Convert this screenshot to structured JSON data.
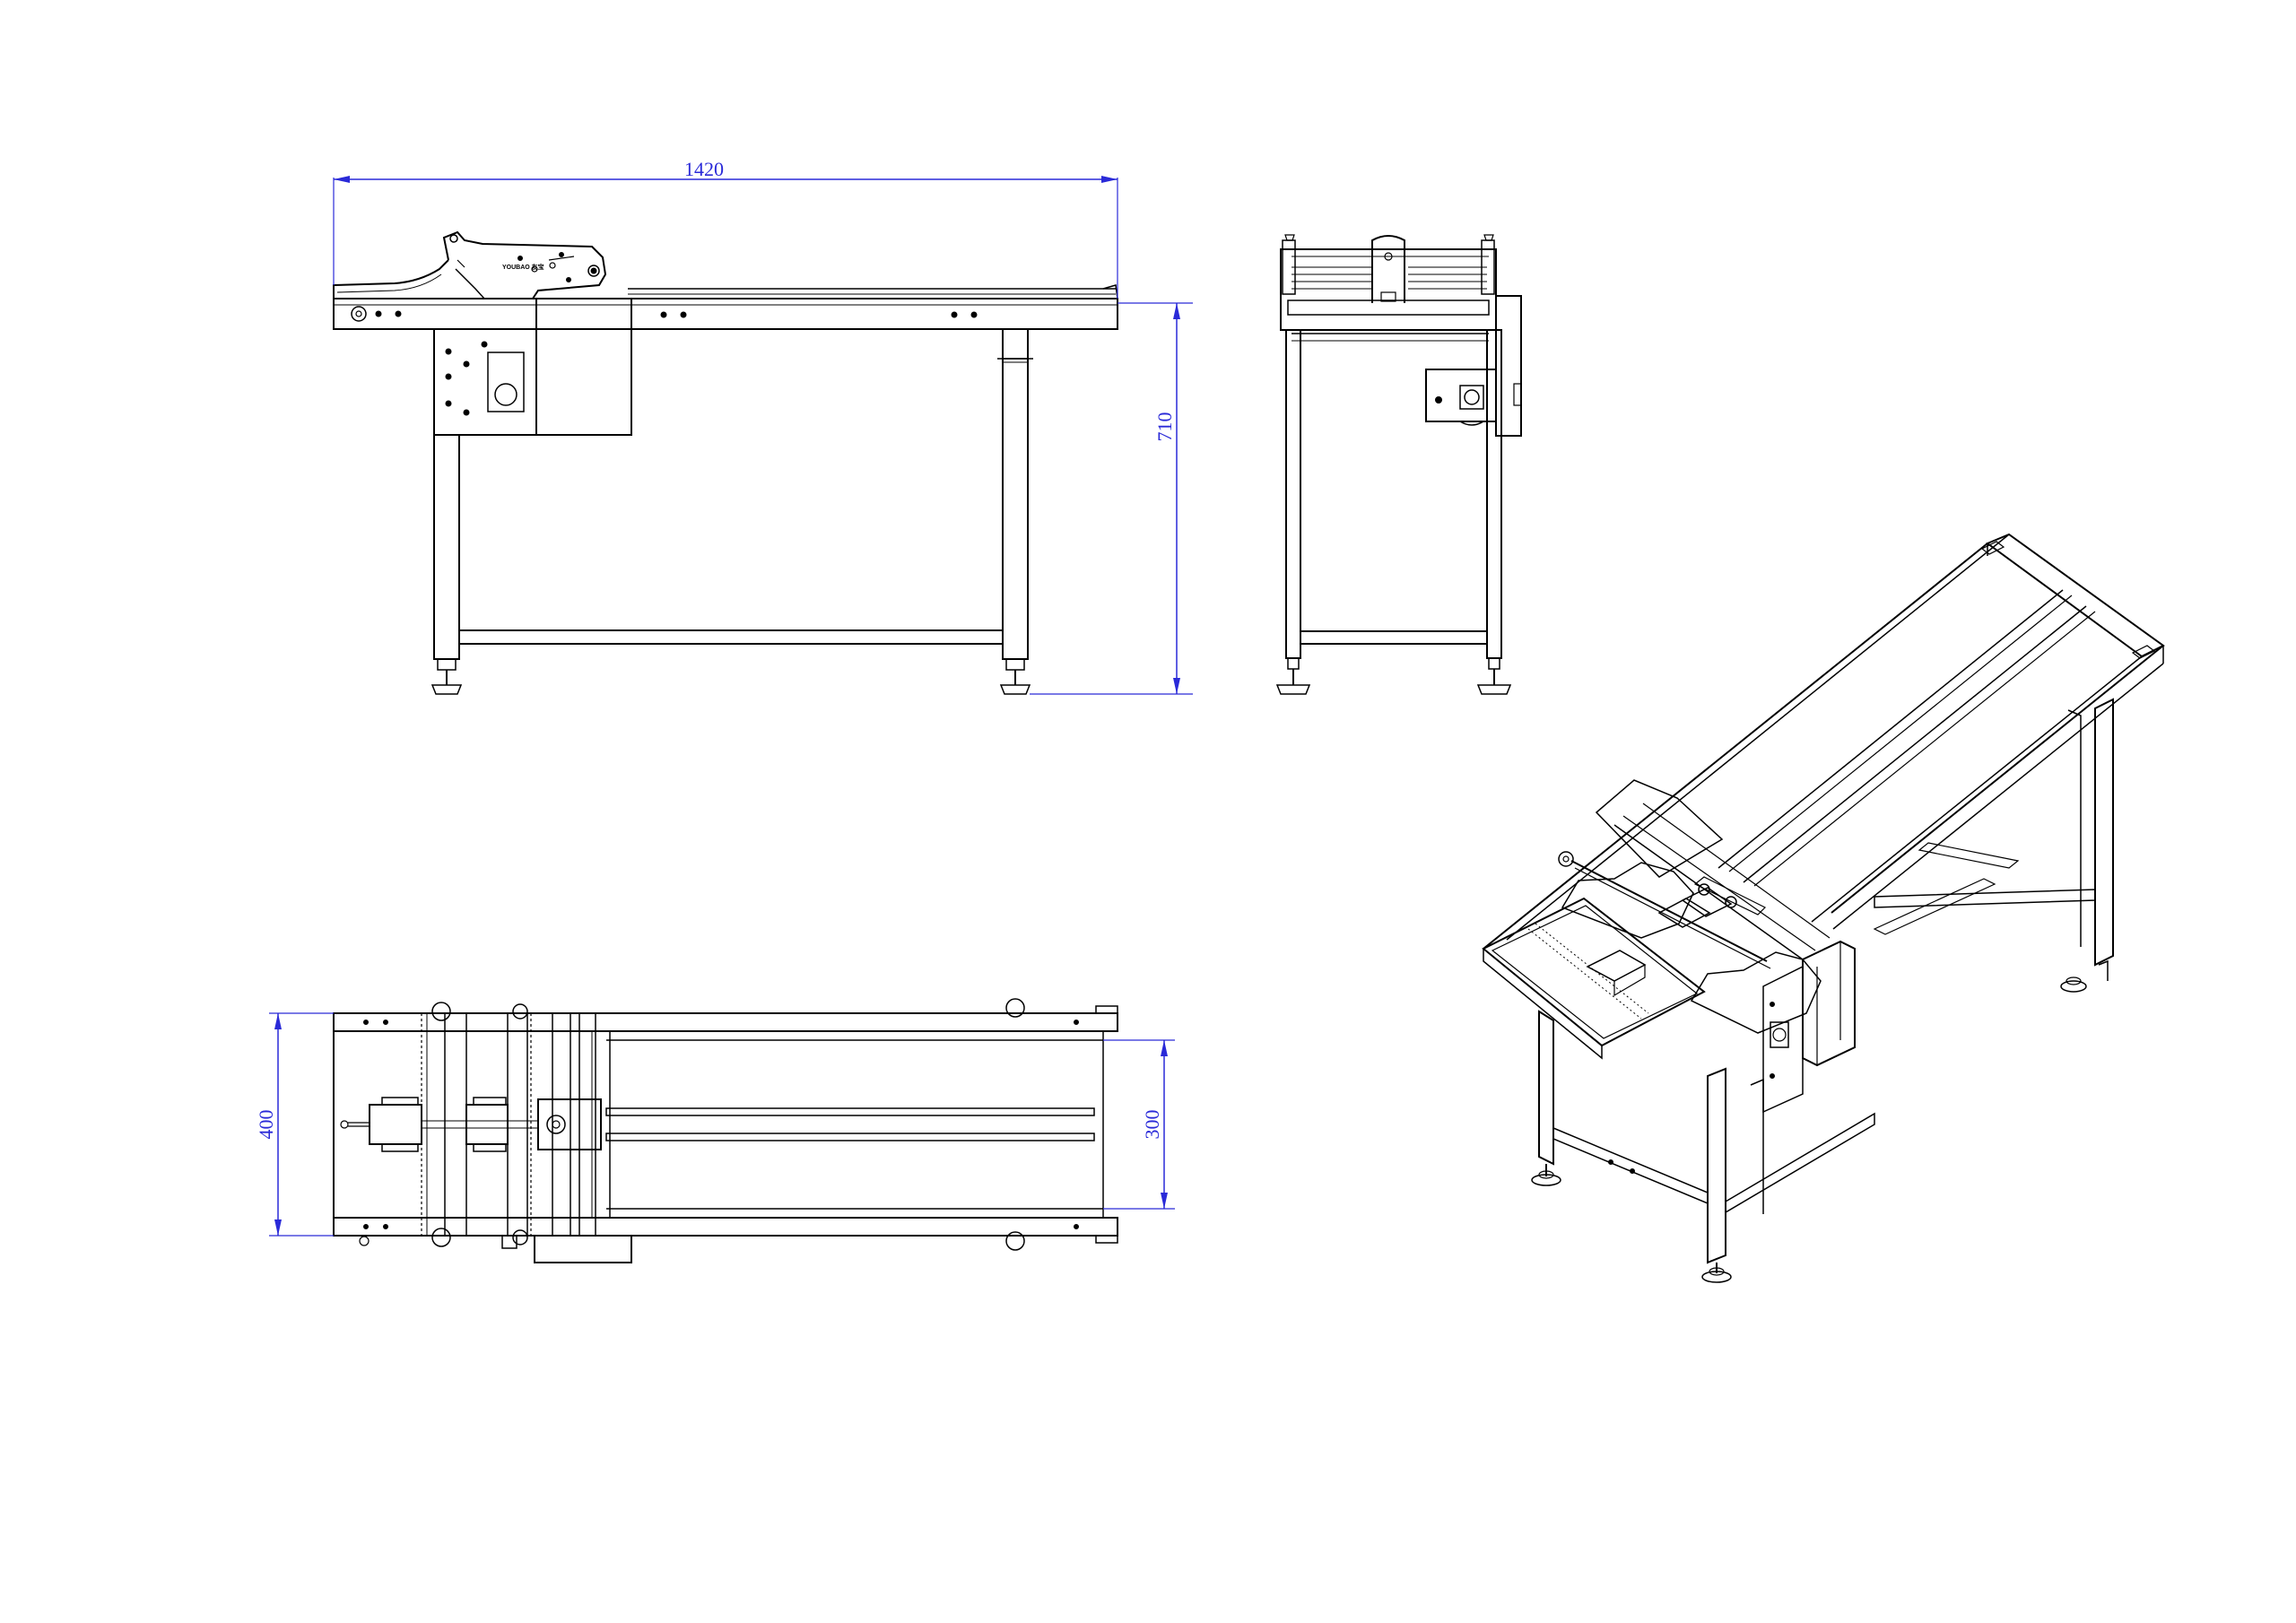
{
  "sheet": {
    "title": "Conveyor / feeder assembly drawing",
    "colors": {
      "line": "#000000",
      "dimension": "#2a2ad8",
      "background": "#ffffff"
    }
  },
  "views": {
    "front": {
      "brand_label": "YOUBAO 友宝"
    },
    "side": {},
    "top": {},
    "iso": {}
  },
  "dimensions": {
    "overall_length": "1420",
    "overall_height": "710",
    "overall_width": "400",
    "belt_width": "300"
  }
}
